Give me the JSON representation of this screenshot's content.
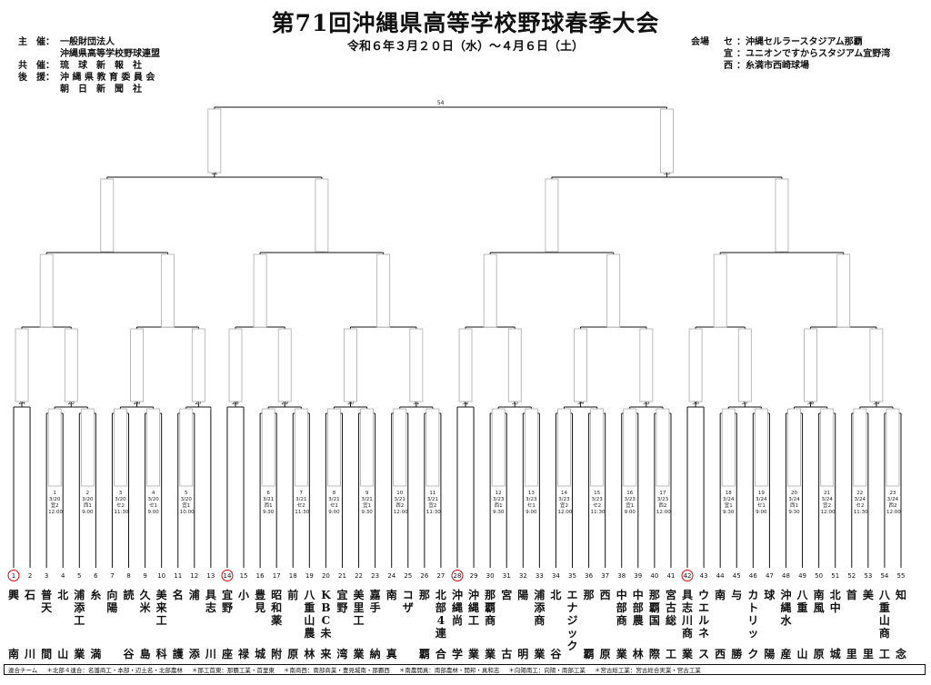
{
  "title": "第71回沖縄県高等学校野球春季大会",
  "dates": "令和６年３月２０日（水）～４月６日（土）",
  "organizers": [
    {
      "k": "主　催：",
      "v": "一般財団法人"
    },
    {
      "k": "",
      "v": "沖縄県高等学校野球連盟"
    },
    {
      "k": "共　催：",
      "v": "琉　球　新　報　社"
    },
    {
      "k": "後　援：",
      "v": "沖 縄 県 教 育 委 員 会"
    },
    {
      "k": "",
      "v": "朝　日　新　聞　社"
    }
  ],
  "venues": [
    {
      "k": "会場",
      "s": "セ",
      "v": "：沖縄セルラースタジアム那覇"
    },
    {
      "k": "",
      "s": "宜",
      "v": "：ユニオンですからスタジアム宜野湾"
    },
    {
      "k": "",
      "s": "西",
      "v": "：糸満市西崎球場"
    }
  ],
  "teams": [
    {
      "num": "1",
      "top": "興",
      "bottom": "南",
      "circled": true
    },
    {
      "num": "2",
      "top": "石",
      "bottom": "川"
    },
    {
      "num": "3",
      "top": "普天",
      "bottom": "間"
    },
    {
      "num": "4",
      "top": "北",
      "bottom": "山"
    },
    {
      "num": "5",
      "top": "浦添工",
      "bottom": "業"
    },
    {
      "num": "6",
      "top": "糸",
      "bottom": "満"
    },
    {
      "num": "7",
      "top": "向陽",
      "bottom": ""
    },
    {
      "num": "8",
      "top": "読",
      "bottom": "谷"
    },
    {
      "num": "9",
      "top": "久米",
      "bottom": "島"
    },
    {
      "num": "10",
      "top": "美来工",
      "bottom": "科"
    },
    {
      "num": "11",
      "top": "名",
      "bottom": "護"
    },
    {
      "num": "12",
      "top": "浦",
      "bottom": "添"
    },
    {
      "num": "13",
      "top": "具志",
      "bottom": "川"
    },
    {
      "num": "14",
      "top": "宜野",
      "bottom": "座",
      "circled": true
    },
    {
      "num": "15",
      "top": "小",
      "bottom": "禄"
    },
    {
      "num": "16",
      "top": "豊見",
      "bottom": "城"
    },
    {
      "num": "17",
      "top": "昭和薬",
      "bottom": "附"
    },
    {
      "num": "18",
      "top": "前",
      "bottom": "原"
    },
    {
      "num": "19",
      "top": "八重山農",
      "bottom": "林"
    },
    {
      "num": "20",
      "top": "KBC未",
      "bottom": "来"
    },
    {
      "num": "21",
      "top": "宜野",
      "bottom": "湾"
    },
    {
      "num": "22",
      "top": "美里工",
      "bottom": "業"
    },
    {
      "num": "23",
      "top": "嘉手",
      "bottom": "納"
    },
    {
      "num": "24",
      "top": "南",
      "bottom": "真"
    },
    {
      "num": "25",
      "top": "コザ",
      "bottom": ""
    },
    {
      "num": "26",
      "top": "那",
      "bottom": "覇"
    },
    {
      "num": "27",
      "top": "北部4連",
      "bottom": "合"
    },
    {
      "num": "28",
      "top": "沖縄尚",
      "bottom": "学",
      "circled": true
    },
    {
      "num": "29",
      "top": "沖縄工",
      "bottom": "業"
    },
    {
      "num": "30",
      "top": "那覇商",
      "bottom": "業"
    },
    {
      "num": "31",
      "top": "宮",
      "bottom": "古"
    },
    {
      "num": "32",
      "top": "陽",
      "bottom": "明"
    },
    {
      "num": "33",
      "top": "浦添商",
      "bottom": "業"
    },
    {
      "num": "34",
      "top": "北",
      "bottom": "谷"
    },
    {
      "num": "35",
      "top": "エナジック",
      "bottom": ""
    },
    {
      "num": "36",
      "top": "那",
      "bottom": "覇"
    },
    {
      "num": "37",
      "top": "西",
      "bottom": "原"
    },
    {
      "num": "38",
      "top": "中部商",
      "bottom": "業"
    },
    {
      "num": "39",
      "top": "中部農",
      "bottom": "林"
    },
    {
      "num": "40",
      "top": "那覇国",
      "bottom": "際"
    },
    {
      "num": "41",
      "top": "宮古総",
      "bottom": "工"
    },
    {
      "num": "42",
      "top": "具志川商",
      "bottom": "業",
      "circled": true
    },
    {
      "num": "43",
      "top": "ウエルネ",
      "bottom": "ス"
    },
    {
      "num": "44",
      "top": "南",
      "bottom": "西"
    },
    {
      "num": "45",
      "top": "与",
      "bottom": "勝"
    },
    {
      "num": "46",
      "top": "カトリッ",
      "bottom": "ク"
    },
    {
      "num": "47",
      "top": "球",
      "bottom": "陽"
    },
    {
      "num": "48",
      "top": "沖縄水",
      "bottom": "産"
    },
    {
      "num": "49",
      "top": "八重",
      "bottom": "山"
    },
    {
      "num": "50",
      "top": "南風",
      "bottom": "原"
    },
    {
      "num": "51",
      "top": "北中",
      "bottom": "城"
    },
    {
      "num": "52",
      "top": "首",
      "bottom": "里"
    },
    {
      "num": "53",
      "top": "美",
      "bottom": "里"
    },
    {
      "num": "54",
      "top": "八重山商",
      "bottom": "工"
    },
    {
      "num": "55",
      "top": "知",
      "bottom": "念"
    }
  ],
  "match_labels": {
    "m24": "24",
    "m25": "25",
    "m26": "26",
    "m27": "27",
    "m28": "28",
    "m29": "29",
    "m30": "30",
    "m31": "31",
    "m32": "32",
    "m33": "33",
    "m34": "34",
    "m35": "35",
    "m36": "36",
    "m37": "37",
    "m38": "38",
    "m39": "39",
    "m40": "40",
    "m41": "41",
    "m42": "42",
    "m43": "43",
    "m44": "44",
    "m45": "45",
    "m46": "46",
    "m47": "47",
    "m48": "48",
    "m49": "49",
    "m50": "50",
    "m51": "51",
    "m52": "52",
    "m53": "53",
    "m54": "54"
  },
  "schedule": [
    {
      "n": "1",
      "d": "3/20",
      "v": "宜2",
      "t": "12:00"
    },
    {
      "n": "2",
      "d": "3/20",
      "v": "西1",
      "t": "9:00"
    },
    {
      "n": "3",
      "d": "3/20",
      "v": "セ2",
      "t": "11:30"
    },
    {
      "n": "4",
      "d": "3/20",
      "v": "セ1",
      "t": "9:00"
    },
    {
      "n": "5",
      "d": "3/20",
      "v": "宜1",
      "t": "10:00"
    },
    {
      "n": "6",
      "d": "3/21",
      "v": "西1",
      "t": "9:30"
    },
    {
      "n": "7",
      "d": "3/21",
      "v": "セ2",
      "t": "11:30"
    },
    {
      "n": "8",
      "d": "3/21",
      "v": "セ1",
      "t": "9:00"
    },
    {
      "n": "9",
      "d": "3/21",
      "v": "宜1",
      "t": "9:30"
    },
    {
      "n": "10",
      "d": "3/21",
      "v": "西2",
      "t": "12:00"
    },
    {
      "n": "11",
      "d": "3/21",
      "v": "宜2",
      "t": "11:30"
    },
    {
      "n": "12",
      "d": "3/23",
      "v": "西1",
      "t": "9:30"
    },
    {
      "n": "13",
      "d": "3/23",
      "v": "セ1",
      "t": "9:00"
    },
    {
      "n": "14",
      "d": "3/23",
      "v": "宜2",
      "t": "12:00"
    },
    {
      "n": "15",
      "d": "3/23",
      "v": "セ2",
      "t": "11:30"
    },
    {
      "n": "16",
      "d": "3/23",
      "v": "宜1",
      "t": "9:00"
    },
    {
      "n": "17",
      "d": "3/23",
      "v": "西2",
      "t": "12:00"
    },
    {
      "n": "18",
      "d": "3/24",
      "v": "宜1",
      "t": "9:30"
    },
    {
      "n": "19",
      "d": "3/24",
      "v": "セ1",
      "t": "9:00"
    },
    {
      "n": "20",
      "d": "3/24",
      "v": "西1",
      "t": "9:30"
    },
    {
      "n": "21",
      "d": "3/24",
      "v": "宜2",
      "t": "12:00"
    },
    {
      "n": "22",
      "d": "3/24",
      "v": "セ2",
      "t": "11:30"
    },
    {
      "n": "23",
      "d": "3/24",
      "v": "西2",
      "t": "12:00"
    }
  ],
  "footer": [
    "連合チーム",
    "＊北部４連合：名護商工・本部・辺土名・北部農林",
    "＊那工首東：那覇工業・首里東",
    "＊南商西：南部商業・豊見城南・那覇西",
    "＊南農開真：南部農林・開邦・真和志",
    "＊向陽南工：向陽・南部工業",
    "＊宮古総工業：宮古総合実業・宮古工業"
  ]
}
